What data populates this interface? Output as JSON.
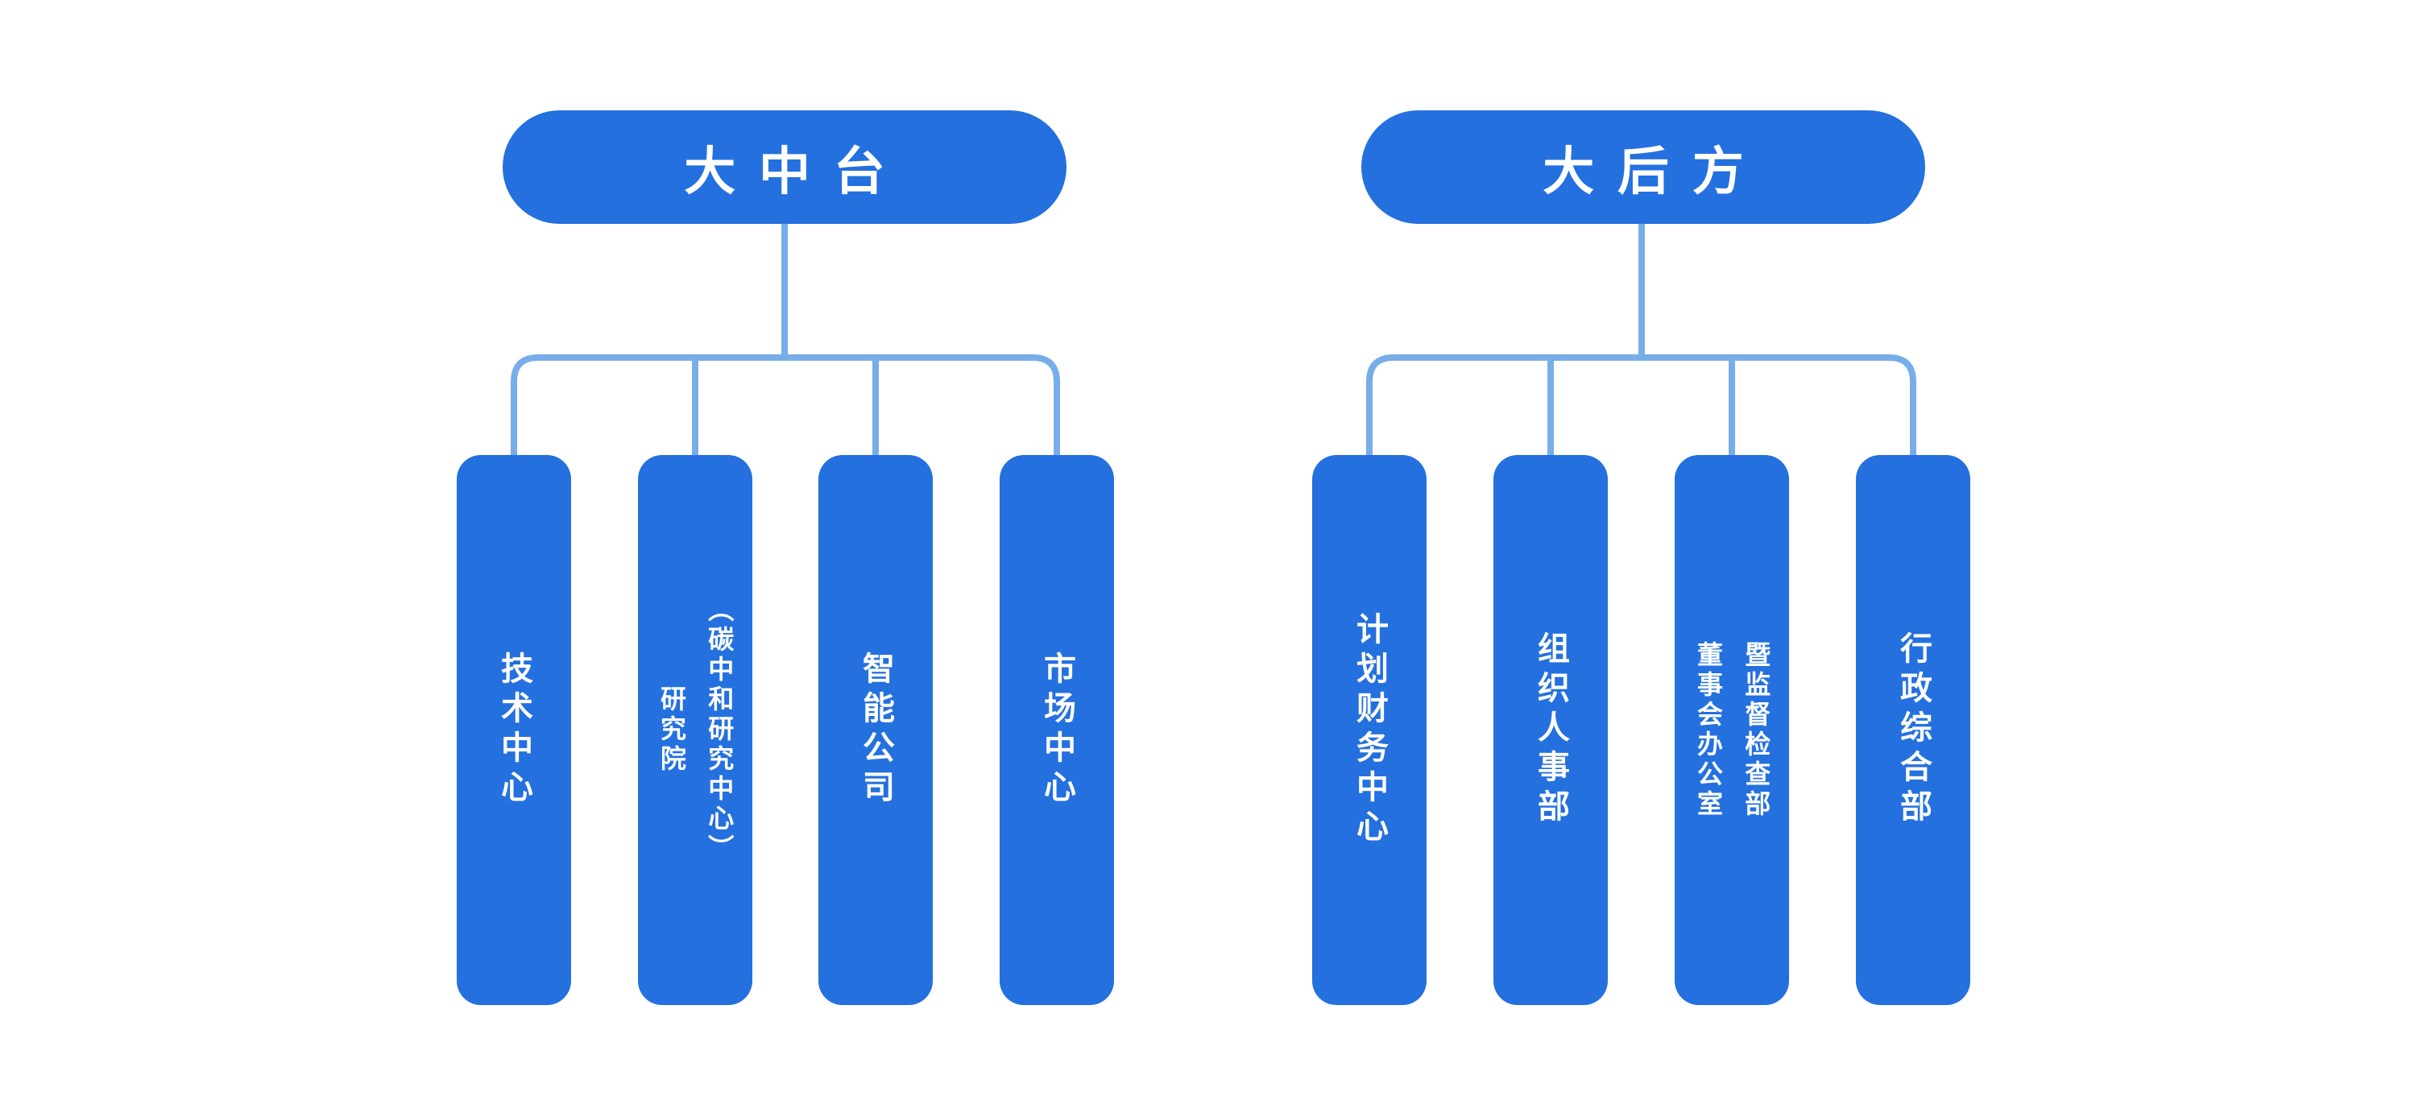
{
  "colors": {
    "node_fill": "#2470DF",
    "node_text": "#FFFFFF",
    "connector": "#77AEE9",
    "background": "#FFFFFF"
  },
  "trees": [
    {
      "root": "大中台",
      "children": [
        "技术中心",
        "研究院\n（碳中和研究中心）",
        "智能公司",
        "市场中心"
      ]
    },
    {
      "root": "大后方",
      "children": [
        "计划财务中心",
        "组织人事部",
        "董事会办公室\n暨监督检查部",
        "行政综合部"
      ]
    }
  ]
}
